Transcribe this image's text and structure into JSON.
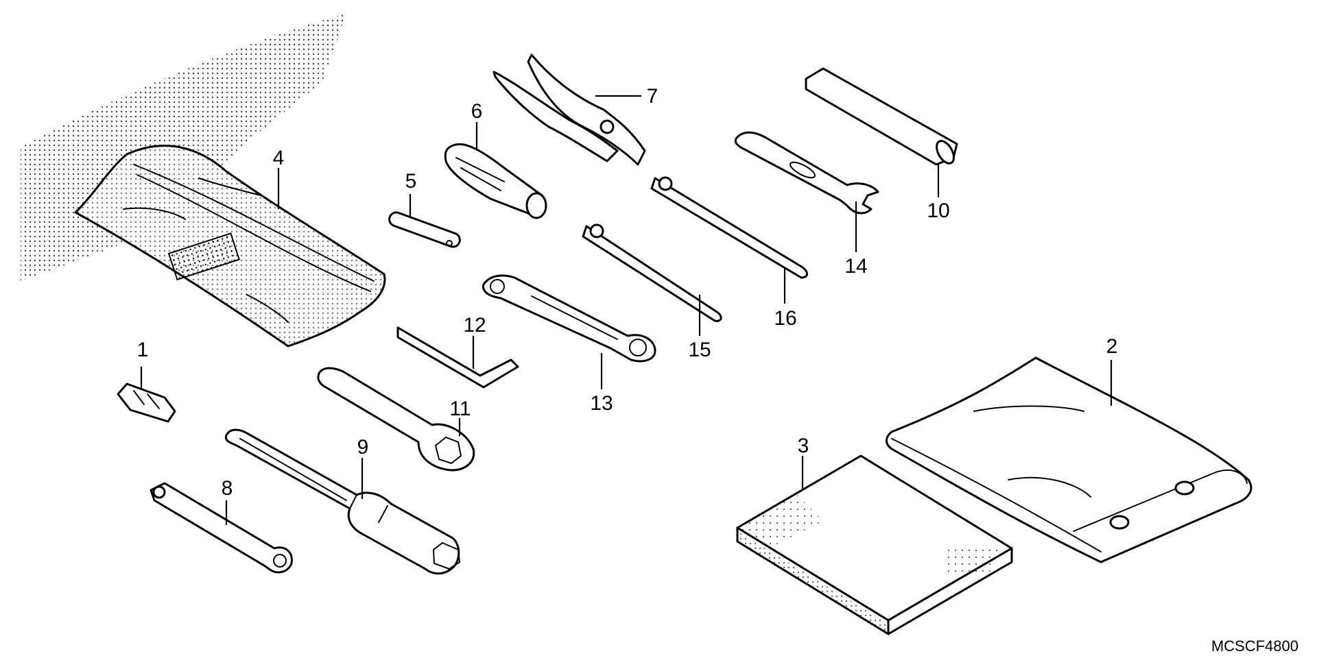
{
  "diagram_code": "MCSCF4800",
  "callouts": [
    "1",
    "2",
    "3",
    "4",
    "5",
    "6",
    "7",
    "8",
    "9",
    "10",
    "11",
    "12",
    "13",
    "14",
    "15",
    "16"
  ]
}
